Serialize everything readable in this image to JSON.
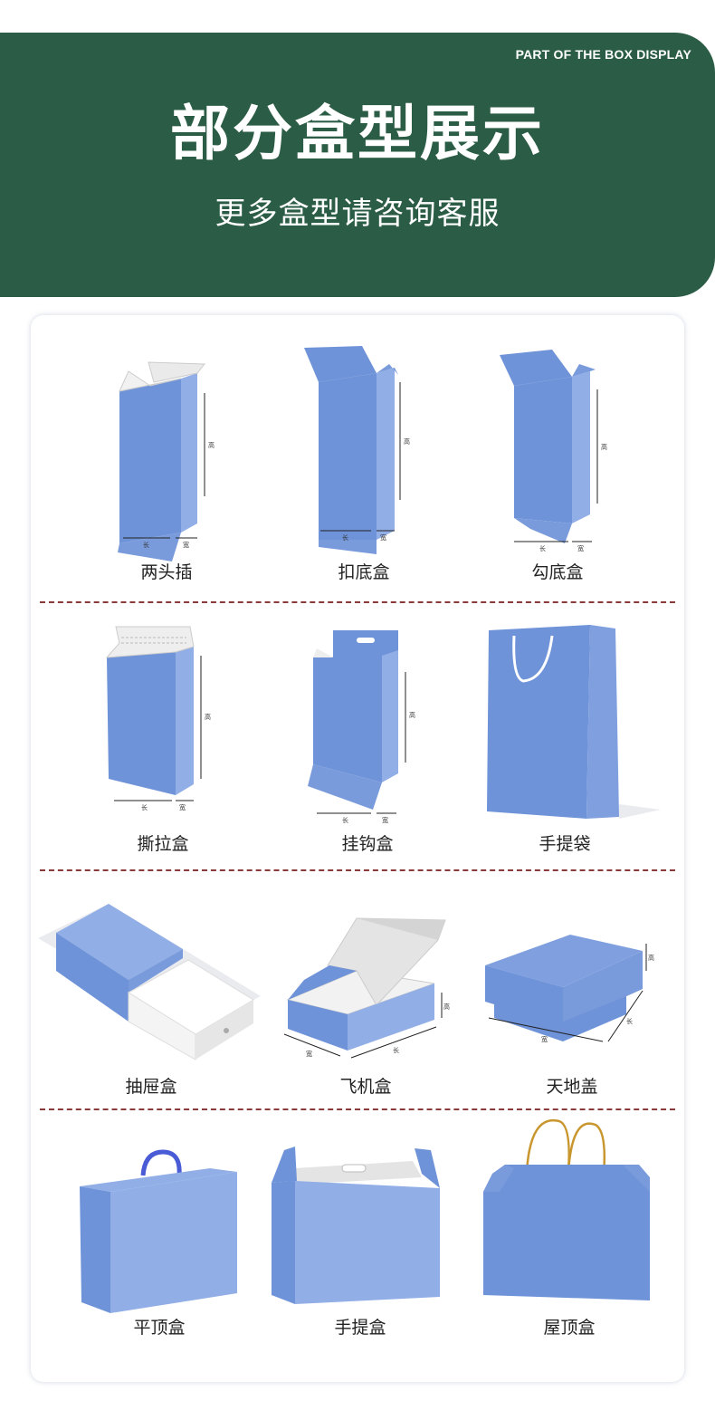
{
  "banner": {
    "english": "PART OF THE BOX DISPLAY",
    "title": "部分盒型展示",
    "subtitle": "更多盒型请咨询客服"
  },
  "dims": {
    "length": "长",
    "width": "宽",
    "height": "高"
  },
  "colors": {
    "banner": "#2b5c45",
    "box": "#6f93d8",
    "box_light": "#91aee6",
    "divider": "#8a3a3a"
  },
  "rows": [
    {
      "items": [
        {
          "label": "两头插",
          "icon": "tuck-end-box-icon"
        },
        {
          "label": "扣底盒",
          "icon": "snap-lock-bottom-box-icon"
        },
        {
          "label": "勾底盒",
          "icon": "crash-lock-bottom-box-icon"
        }
      ]
    },
    {
      "items": [
        {
          "label": "撕拉盒",
          "icon": "tear-strip-box-icon"
        },
        {
          "label": "挂钩盒",
          "icon": "hanger-box-icon"
        },
        {
          "label": "手提袋",
          "icon": "tote-bag-icon"
        }
      ]
    },
    {
      "items": [
        {
          "label": "抽屉盒",
          "icon": "drawer-box-icon"
        },
        {
          "label": "飞机盒",
          "icon": "mailer-box-icon"
        },
        {
          "label": "天地盖",
          "icon": "lid-base-box-icon"
        }
      ]
    },
    {
      "items": [
        {
          "label": "平顶盒",
          "icon": "flat-top-box-icon"
        },
        {
          "label": "手提盒",
          "icon": "handle-box-icon"
        },
        {
          "label": "屋顶盒",
          "icon": "gable-box-icon"
        }
      ]
    }
  ]
}
